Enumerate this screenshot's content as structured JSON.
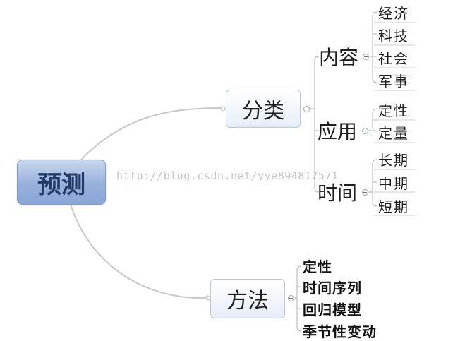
{
  "root": {
    "label": "预测"
  },
  "branches": {
    "fenlei": {
      "label": "分类",
      "groups": [
        {
          "label": "内容",
          "items": [
            "经济",
            "科技",
            "社会",
            "军事"
          ]
        },
        {
          "label": "应用",
          "items": [
            "定性",
            "定量"
          ]
        },
        {
          "label": "时间",
          "items": [
            "长期",
            "中期",
            "短期"
          ]
        }
      ]
    },
    "fangfa": {
      "label": "方法",
      "items": [
        "定性",
        "时间序列",
        "回归模型",
        "季节性变动"
      ]
    }
  },
  "watermark": "http://blog.csdn.net/yye894817571",
  "colors": {
    "root_fill": "#97b0dc",
    "node_border": "#b9c6dc",
    "connector": "#c8c8c8"
  }
}
